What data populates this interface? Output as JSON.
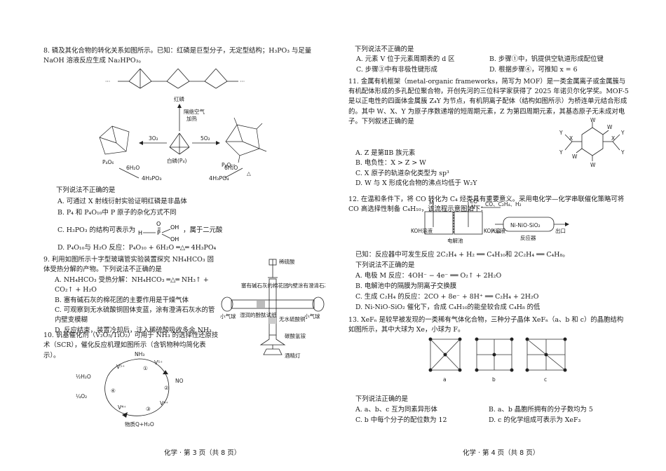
{
  "left": {
    "q8": {
      "stem": "8. 磷及其化合物的转化关系如图所示。已知：红磷是巨型分子，无定型结构；H₃PO₃ 与足量 NaOH 溶液反应生成 Na₂HPO₃。",
      "fig": {
        "red_p": "红磷",
        "arrow_cond1": "隔绝空气",
        "arrow_cond2": "加热",
        "white_p": "白磷(P₄)",
        "o3": "3O₂",
        "o5": "5O₂",
        "p4o6": "P₄O₆",
        "p4o10": "P₄O₁₀",
        "h2o_a": "6H₂O",
        "h2o_b": "6H₂O",
        "h3po3": "4H₃PO₃",
        "h3po4": "4H₃PO₄",
        "delta": "△",
        "dots": "···"
      },
      "prompt": "下列说法不正确的是",
      "A": "A. 可通过 X 射线衍射实验证明红磷是非晶体",
      "B": "B. P₄ 和 P₄O₁₀中 P 原子的杂化方式不同",
      "C1": "C. H₃PO₃ 的结构可表示为",
      "C2": "，属于二元酸",
      "D": "D. P₄O₁₀与 H₂O 反应：P₄O₁₀ + 6H₂O ═△═ 4H₃PO₄"
    },
    "q9": {
      "stem": "9. 利用如图所示十字型玻璃管实验装置探究 NH₄HCO₃ 固体受热分解的产物。下列说法不正确的是",
      "A": "A. NH₄HCO₃ 受热分解：NH₄HCO₃ ═△═ NH₃↑ + CO₂↑ + H₂O",
      "B": "B. 塞有碱石灰的棉花团的主要作用是干燥气体",
      "C": "C. 可观察到无水硫酸铜固体变蓝，涂有澄清石灰水的管内壁变模糊",
      "D": "D. 反应结束，装置冷却后，注入稀硫酸吸收多余 NH₃",
      "fig": {
        "acid": "稀硫酸",
        "soda": "塞有碱石灰的棉花团",
        "lime": "内壁涂有澄清石灰水",
        "balloon_l": "小气球",
        "balloon_r": "小气球",
        "paper": "湿润的酚酞试纸",
        "cuso4": "无水硫酸铜",
        "nh4hco3": "碳酸氢铵",
        "lamp": "酒精灯"
      }
    },
    "q10": {
      "stem": "10. 钒基催化剂（V₂O₅/TiO₂）可用于 NH₃ 的选择性还原技术（SCR），催化反应机理如图所示（含钒物种均简化表示）。",
      "fig": {
        "nh3": "NH₃",
        "no": "NO",
        "n1": "①",
        "n2": "②",
        "n3": "③",
        "n4": "④",
        "half_h2o": "½H₂O",
        "quarter_o2": "¼O₂",
        "product": "物质Q+H₂O",
        "v5a": "V⁵⁺",
        "v5b": "V⁵⁺",
        "v4": "V⁴⁺",
        "v4b": "V⁴⁺"
      }
    },
    "footer": "化学 · 第 3 页（共 8 页）"
  },
  "right": {
    "q10cont": {
      "prompt": "下列说法不正确的是",
      "A": "A. 元素 V 位于元素周期表的 d 区",
      "B": "B. 步骤①中，钒提供空轨道形成配位键",
      "C": "C. 步骤③中有非极性键形成",
      "D": "D. 根据步骤④，可推知 x = 6"
    },
    "q11": {
      "stem": "11. 金属有机框架（metal-organic frameworks，简写为 MOF）是一类金属离子或金属簇与有机配体形成的多孔配位聚合物，开创先河的三位科学家获得了 2025 年诺贝尔化学奖。MOF-5 是以正电性的四面体金属簇 Z₄Y 为节点，有机阴离子配体（结构如图所示）为桥连单元结合形成的。其中 W、X、Y 为原子序数递增的短周期元素，Z 为第四周期元素，其基态原子无未成对电子。下列叙述正确的是",
      "A": "A. Z 是第ⅡB 族元素",
      "B": "B. 电负性：X > Z > W",
      "C": "C. X 原子的轨道杂化类型为 sp³",
      "D": "D. W 与 X 形成化合物的沸点均低于 W₂Y",
      "fig": {
        "W": "W",
        "X": "X",
        "Y": "Y"
      }
    },
    "q12": {
      "stem": "12. 在温和条件下，将 CO 转化为 C₄ 烃类具有重要意义。采用电化学—化学串联催化策略可将 CO 高选择性制备 C₄H₁₀，该流程示意图如下：",
      "fig": {
        "m": "M",
        "n": "N",
        "co": "CO",
        "gases": "CO、C₂H₄、H₂",
        "koh_l": "KOH溶液",
        "koh_r": "KOH溶液",
        "cell": "电解池",
        "inlet": "入口",
        "outlet": "出口",
        "cat": "Ni-NiO-SiO₂",
        "reactor": "反应器"
      },
      "known": "已知：反应器中可发生反应 2C₂H₄ + H₂ ══ C₄H₁₀和 2C₂H₄ ══ C₄H₈。",
      "prompt": "下列说法不正确的是",
      "A": "A. 电极 M 反应：4OH⁻ − 4e⁻ ══ O₂↑ + 2H₂O",
      "B": "B. 电解池中的隔膜为阴离子交换膜",
      "C": "C. 生成 C₂H₄ 的反应：2CO + 8e⁻ + 8H⁺ ══ C₂H₄ + 2H₂O",
      "D": "D. Ni-NiO-SiO₂ 催化下，合成 C₄H₁₀的能垒较合成 C₄H₈ 的低"
    },
    "q13": {
      "stem": "13. XeFₙ 是较早被发现的一类稀有气体化合物，三种分子晶体 XeFₙ（a、b 和 c）的晶胞结构如图所示，其中大球为 Xe，小球为 F。",
      "cap_a": "a",
      "cap_b": "b",
      "cap_c": "c",
      "prompt": "下列说法正确的是",
      "A": "A. a、b、c 互为同素异形体",
      "B": "B. a、b 晶胞所拥有的分子数均为 5",
      "C": "C. b 中每个分子的配位数为 12",
      "D": "D. c 的化学组成可表示为 XeF₃"
    },
    "footer": "化学 · 第 4 页（共 8 页）"
  }
}
